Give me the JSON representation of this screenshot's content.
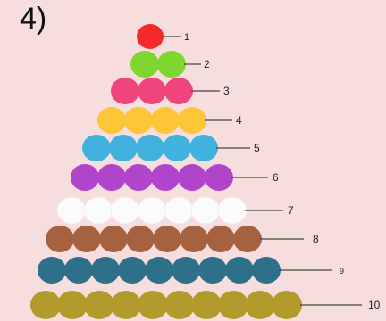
{
  "problem_number": "4)",
  "rows": [
    {
      "label": "1",
      "count": 1,
      "color": "#f42a2a"
    },
    {
      "label": "2",
      "count": 2,
      "color": "#7ed62e"
    },
    {
      "label": "3",
      "count": 3,
      "color": "#f0447c"
    },
    {
      "label": "4",
      "count": 4,
      "color": "#fcc636"
    },
    {
      "label": "5",
      "count": 5,
      "color": "#41b1de"
    },
    {
      "label": "6",
      "count": 6,
      "color": "#b045cc"
    },
    {
      "label": "7",
      "count": 7,
      "color": "#fbfbfb"
    },
    {
      "label": "8",
      "count": 8,
      "color": "#a6623f"
    },
    {
      "label": "9",
      "count": 9,
      "color": "#2e6f8a"
    },
    {
      "label": "10",
      "count": 10,
      "color": "#b39a2c"
    }
  ]
}
